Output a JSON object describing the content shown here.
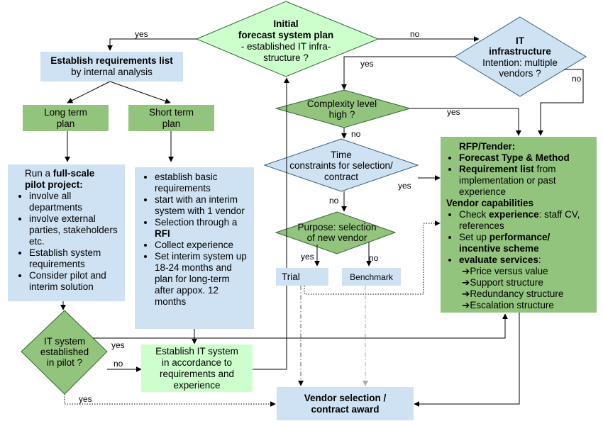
{
  "initial": {
    "title_line1": "Initial",
    "title_line2": "forecast system plan",
    "sub_line1": "- established IT infra-",
    "sub_line2": "structure ?"
  },
  "it_infra": {
    "line1": "IT",
    "line2": "infrastructure",
    "line3": "Intention: multiple",
    "line4": "vendors ?"
  },
  "requirements": {
    "title": "Establish requirements list",
    "sub": "by internal analysis"
  },
  "long_term": {
    "line1": "Long term",
    "line2": "plan"
  },
  "short_term": {
    "line1": "Short term",
    "line2": "plan"
  },
  "complexity": {
    "line1": "Complexity level",
    "line2": "high ?"
  },
  "time": {
    "line1": "Time",
    "line2": "constraints for selection/",
    "line3": "contract"
  },
  "purpose": {
    "line1": "Purpose: selection",
    "line2": "of new vendor"
  },
  "trial": "Trial",
  "benchmark": "Benchmark",
  "pilot": {
    "intro": "Run a ",
    "intro_bold1": "full-scale",
    "intro_bold2": "pilot project:",
    "items": [
      "involve all departments",
      "involve external parties, stakeholders etc.",
      "Establish system requirements",
      "Consider pilot and interim solution"
    ]
  },
  "short_list": {
    "item1": "establish basic requirements",
    "item2": "start with an interim system with 1 vendor",
    "item3_text": "Selection through a ",
    "item3_bold": "RFI",
    "item4": "Collect experience",
    "item5": "Set interim system up 18-24 months and plan for long-term after appox. 12 months"
  },
  "it_established": {
    "line1": "IT system",
    "line2": "established",
    "line3": "in pilot ?"
  },
  "establish_it": {
    "line1": "Establish IT system",
    "line2": "in accordance to",
    "line3": "requirements and",
    "line4": "experience"
  },
  "vendor_selection": {
    "line1": "Vendor selection /",
    "line2": "contract award"
  },
  "rfp": {
    "title": "RFP/Tender:",
    "item1_bold": "Forecast Type & Method",
    "item2_bold": "Requirement list",
    "item2_text": " from implementation or past experience",
    "cap_title": "Vendor capabilities",
    "item3_text": "Check ",
    "item3_bold": "experience",
    "item3_rest": ": staff CV, references",
    "item4_text": "Set up ",
    "item4_bold": "performance/ incentive scheme",
    "item5_bold": "evaluate services",
    "item5_rest": ":",
    "sub_items": [
      "Price versus value",
      "Support structure",
      "Redundancy structure",
      "Escalation structure"
    ]
  },
  "edge_labels": {
    "yes": "yes",
    "no": "no"
  },
  "colors": {
    "diamond_light": "#ccffcc",
    "diamond_blue": "#cfe2f3",
    "box_blue": "#cfe2f3",
    "box_green": "#93c47d",
    "box_lightgreen": "#ccffcc"
  }
}
